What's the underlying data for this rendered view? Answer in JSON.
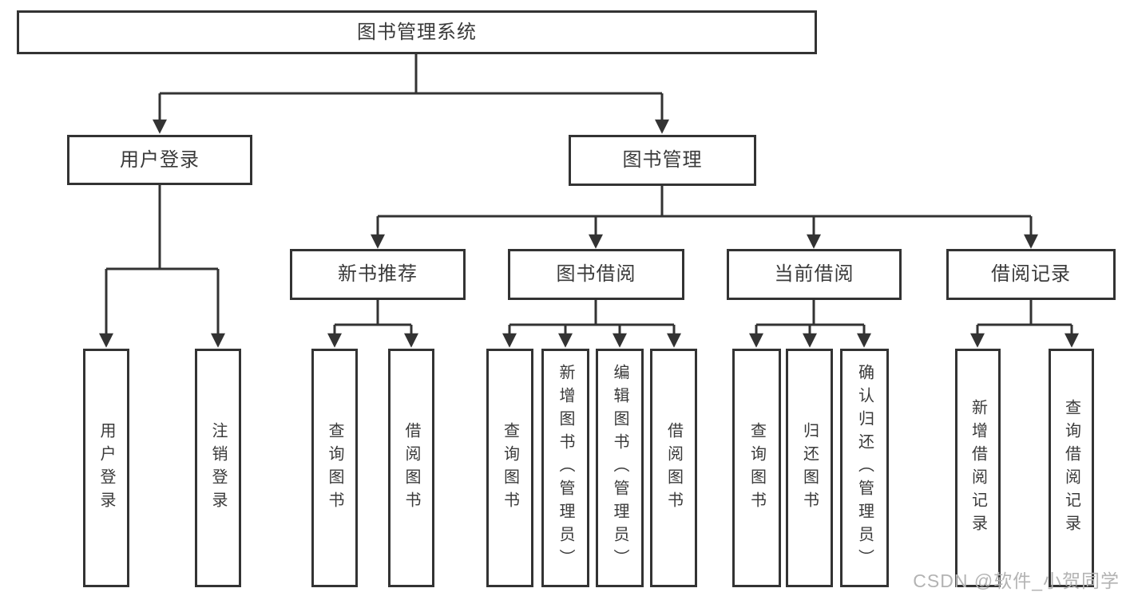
{
  "tree": {
    "root": "图书管理系统",
    "branches": [
      {
        "label": "用户登录",
        "leaves": [
          "用户登录",
          "注销登录"
        ]
      },
      {
        "label": "图书管理",
        "groups": [
          {
            "label": "新书推荐",
            "leaves": [
              "查询图书",
              "借阅图书"
            ]
          },
          {
            "label": "图书借阅",
            "leaves": [
              "查询图书",
              "新增图书（管理员）",
              "编辑图书（管理员）",
              "借阅图书"
            ]
          },
          {
            "label": "当前借阅",
            "leaves": [
              "查询图书",
              "归还图书",
              "确认归还（管理员）"
            ]
          },
          {
            "label": "借阅记录",
            "leaves": [
              "新增借阅记录",
              "查询借阅记录"
            ]
          }
        ]
      }
    ]
  },
  "watermark": "CSDN @软件_小贺同学",
  "colors": {
    "line": "#333333",
    "text": "#3a3a3a",
    "watermark": "#b3b3b3",
    "background": "#ffffff"
  }
}
